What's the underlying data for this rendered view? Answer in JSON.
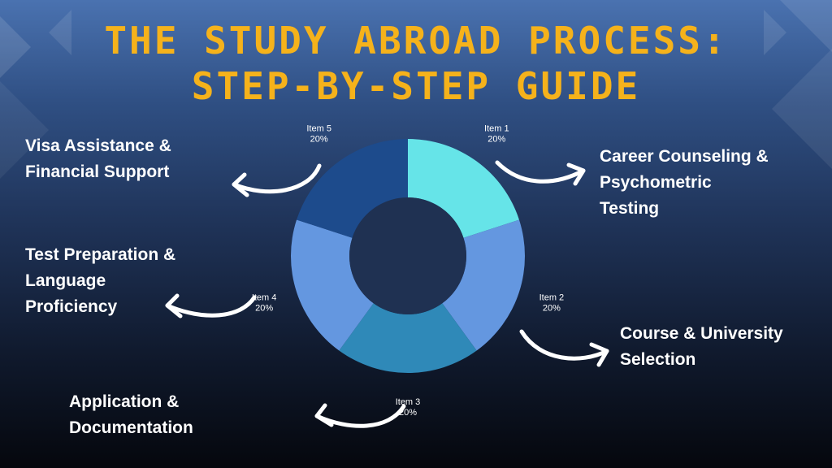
{
  "title": {
    "line1": "THE STUDY ABROAD PROCESS:",
    "line2": "STEP-BY-STEP GUIDE"
  },
  "labels": {
    "visa": "Visa Assistance &\nFinancial Support",
    "career": "Career Counseling &\nPsychometric\nTesting",
    "test": "Test Preparation &\nLanguage\nProficiency",
    "course": "Course & University\nSelection",
    "application": "Application &\nDocumentation"
  },
  "colors": {
    "title": "#f5b21b",
    "text": "#ffffff"
  },
  "chart_data": {
    "type": "pie",
    "donut": true,
    "categories": [
      "Item 1",
      "Item 2",
      "Item 3",
      "Item 4",
      "Item 5"
    ],
    "values": [
      20,
      20,
      20,
      20,
      20
    ],
    "value_labels": [
      "20%",
      "20%",
      "20%",
      "20%",
      "20%"
    ],
    "colors": [
      "#66e4e8",
      "#6497e0",
      "#2f89b8",
      "#6497e0",
      "#1d4b8c"
    ]
  }
}
